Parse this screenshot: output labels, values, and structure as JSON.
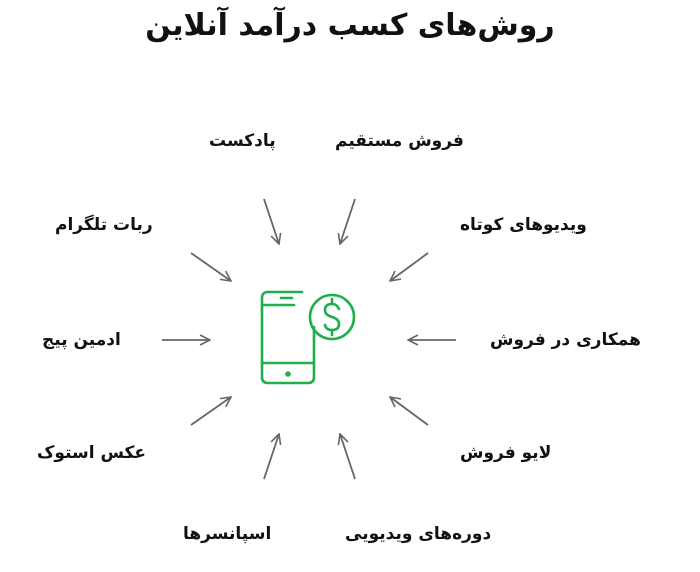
{
  "title": "روش‌های کسب درآمد آنلاین",
  "center_icon": {
    "name": "phone-dollar-icon",
    "color": "#1fae4b"
  },
  "arrow_color": "#666666",
  "methods": [
    {
      "id": "direct-sales",
      "label": "فروش مستقیم"
    },
    {
      "id": "podcast",
      "label": "پادکست"
    },
    {
      "id": "short-videos",
      "label": "ویدیوهای کوتاه"
    },
    {
      "id": "telegram-bot",
      "label": "ربات تلگرام"
    },
    {
      "id": "affiliate-sales",
      "label": "همکاری در فروش"
    },
    {
      "id": "page-admin",
      "label": "ادمین پیج"
    },
    {
      "id": "live-selling",
      "label": "لایو فروش"
    },
    {
      "id": "stock-photo",
      "label": "عکس استوک"
    },
    {
      "id": "video-courses",
      "label": "دوره‌های ویدیویی"
    },
    {
      "id": "sponsors",
      "label": "اسپانسرها"
    }
  ]
}
